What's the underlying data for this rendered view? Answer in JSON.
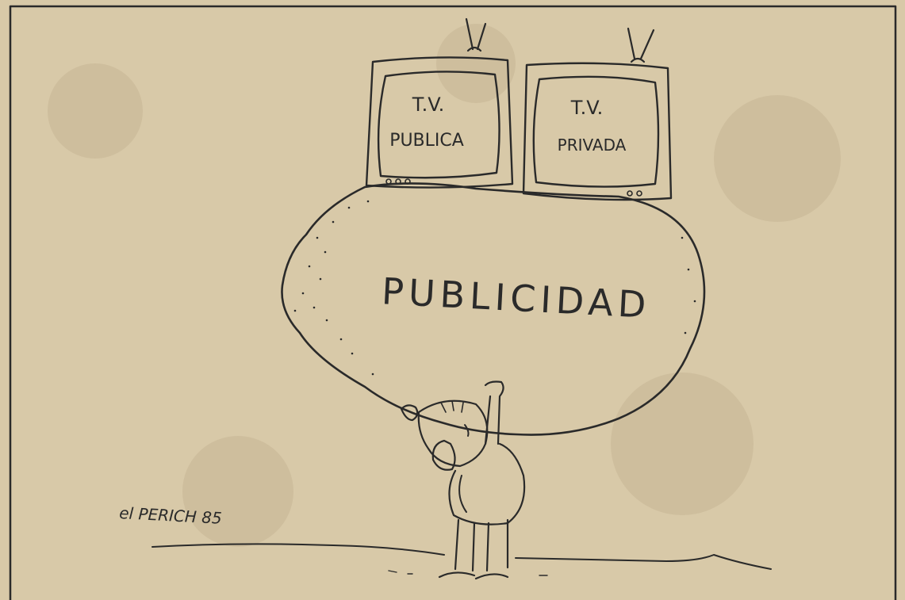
{
  "cartoon": {
    "tv_left": {
      "line1": "T.V.",
      "line2": "PUBLICA"
    },
    "tv_right": {
      "line1": "T.V.",
      "line2": "PRIVADA"
    },
    "burden_label": "PUBLICIDAD",
    "signature": "el PERICH 85"
  },
  "colors": {
    "paper": "#d8c9a8",
    "ink": "#2a2a2a"
  }
}
